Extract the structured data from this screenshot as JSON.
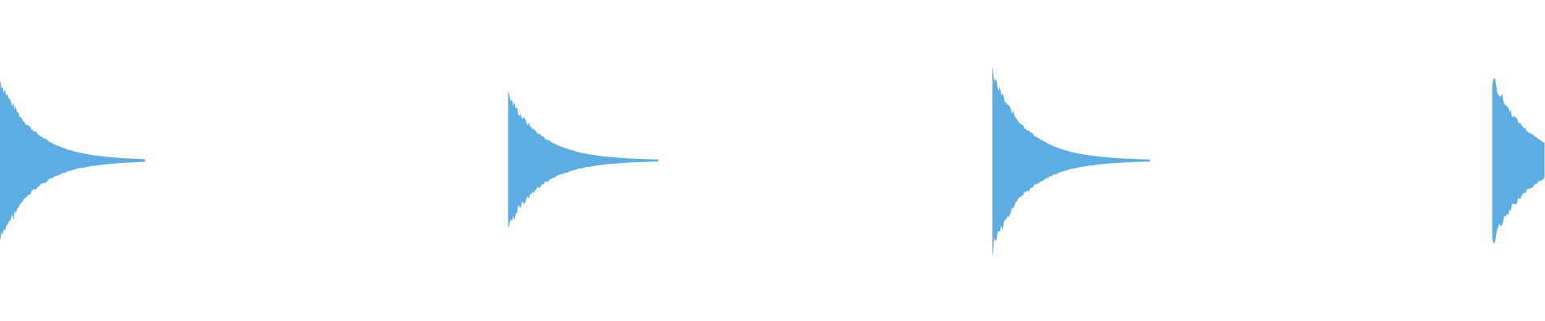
{
  "waveform": {
    "color": "#5dade2",
    "background": "#ffffff",
    "amplitude_range": [
      -1,
      1
    ],
    "duration_fraction_range": [
      0,
      1
    ],
    "hits": [
      {
        "start": 0.0,
        "peak": 0.64,
        "decay": 0.022,
        "length": 0.094
      },
      {
        "start": 0.329,
        "peak": 0.52,
        "decay": 0.022,
        "length": 0.097
      },
      {
        "start": 0.6425,
        "peak": 0.68,
        "decay": 0.022,
        "length": 0.102
      },
      {
        "start": 0.966,
        "peak": 0.66,
        "decay": 0.022,
        "length": 0.034
      }
    ]
  }
}
